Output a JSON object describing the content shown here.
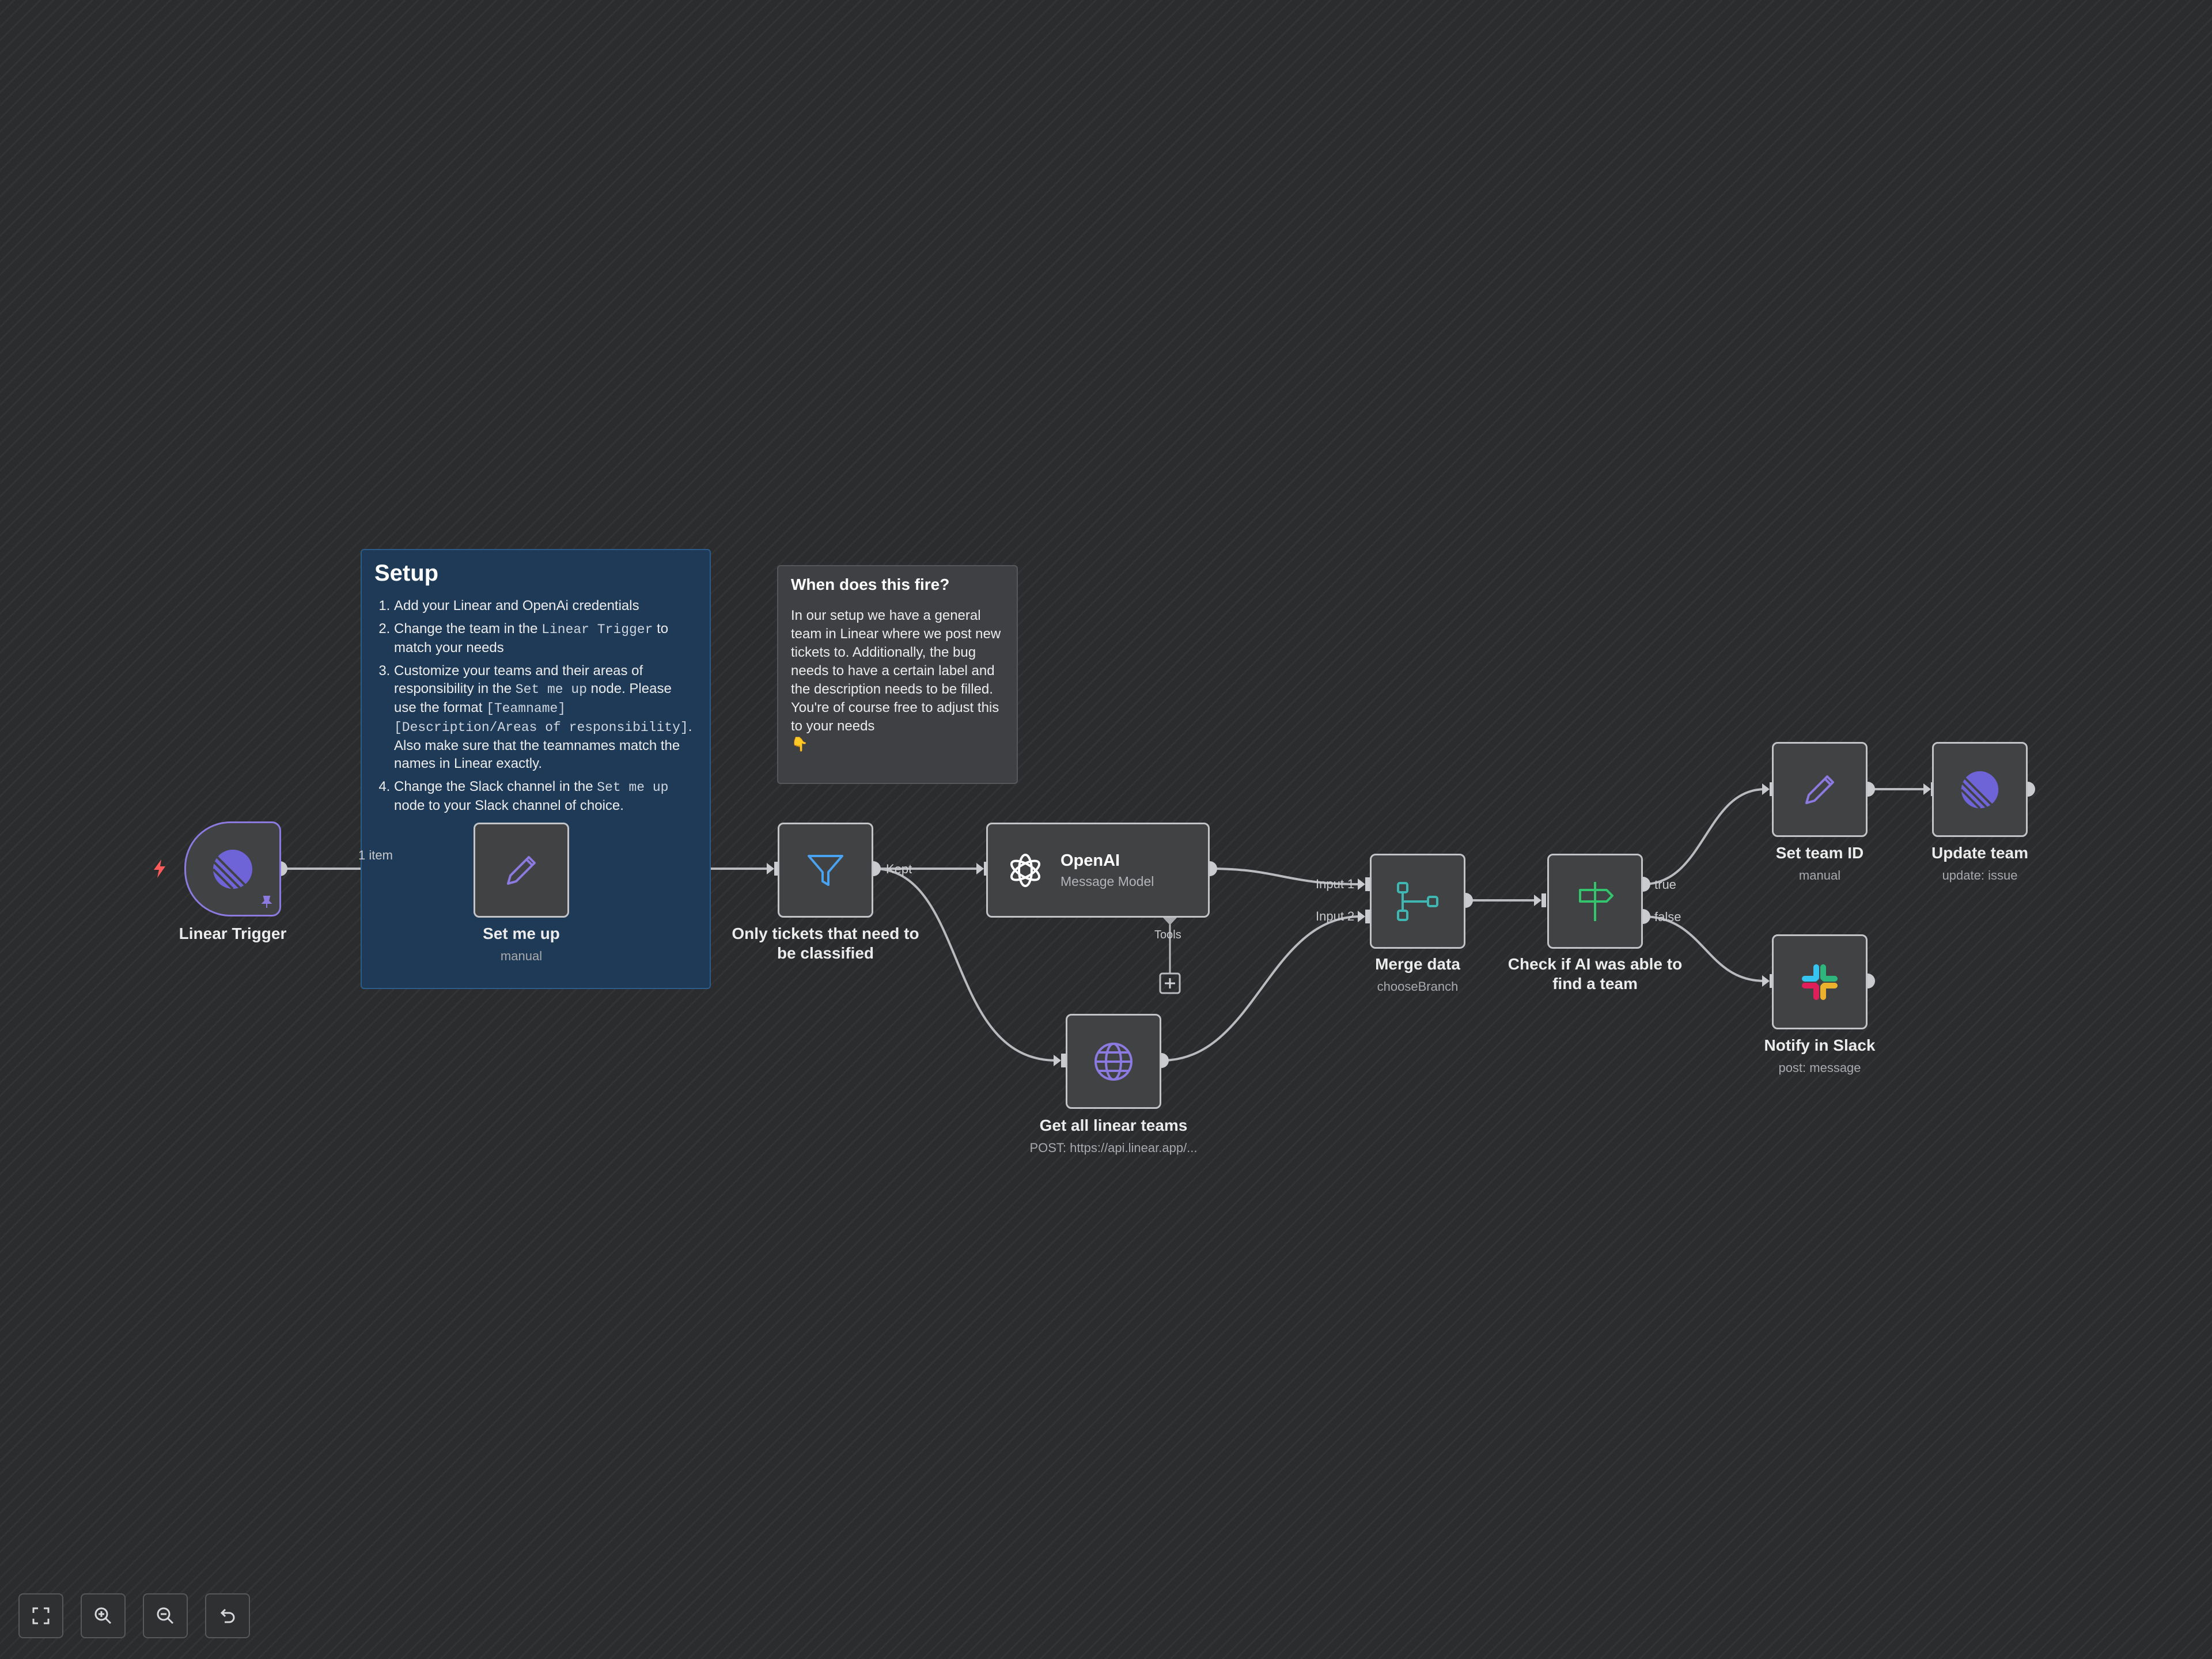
{
  "colors": {
    "canvas_bg": "#2b2c2e",
    "node_bg": "#414244",
    "node_border": "#c2c4c8",
    "trigger_border": "#8d7ae0",
    "sticky_setup_bg": "#1e3a56",
    "sticky_default_bg": "#3f4043",
    "linear_purple": "#6f63d8",
    "filter_blue": "#4aa3f0",
    "merge_teal": "#3fb8b4",
    "if_green": "#34c46e",
    "trigger_bolt": "#ff5b5b"
  },
  "sticky_notes": {
    "setup": {
      "title": "Setup",
      "items": [
        {
          "parts": [
            "Add your Linear and OpenAi credentials"
          ]
        },
        {
          "parts": [
            "Change the team in the ",
            "Linear Trigger",
            " to match your needs"
          ]
        },
        {
          "parts": [
            "Customize your teams and their areas of responsibility in the ",
            "Set me up",
            " node. Please use the format ",
            "[Teamname][Description/Areas of responsibility]",
            ". Also make sure that the teamnames match the names in Linear exactly."
          ]
        },
        {
          "parts": [
            "Change the Slack channel in the ",
            "Set me up",
            " node to your Slack channel of choice."
          ]
        }
      ]
    },
    "when_fire": {
      "title": "When does this fire?",
      "body": "In our setup we have a general team in Linear where we post new tickets to. Additionally, the bug needs to have a certain label and the description needs to be filled.",
      "body2": "You're of course free to adjust this to your needs",
      "emoji": "👇"
    }
  },
  "nodes": {
    "linear_trigger": {
      "label": "Linear Trigger",
      "icon": "linear-icon",
      "pinned_icon": "pin-icon",
      "trigger_icon": "lightning-bolt-icon"
    },
    "set_me_up": {
      "label": "Set me up",
      "subtitle": "manual",
      "icon": "pencil-icon"
    },
    "filter": {
      "label": "Only tickets that need to be classified",
      "icon": "funnel-filter-icon"
    },
    "openai": {
      "label": "OpenAI",
      "subtitle": "Message Model",
      "icon": "openai-icon"
    },
    "get_teams": {
      "label": "Get all linear teams",
      "subtitle": "POST: https://api.linear.app/...",
      "icon": "globe-icon"
    },
    "merge": {
      "label": "Merge data",
      "subtitle": "chooseBranch",
      "icon": "merge-branch-icon"
    },
    "check_ai": {
      "label": "Check if AI was able to find a team",
      "icon": "signpost-icon"
    },
    "set_team_id": {
      "label": "Set team ID",
      "subtitle": "manual",
      "icon": "pencil-icon"
    },
    "update_team": {
      "label": "Update team",
      "subtitle": "update: issue",
      "icon": "linear-icon"
    },
    "notify_slack": {
      "label": "Notify in Slack",
      "subtitle": "post: message",
      "icon": "slack-icon"
    }
  },
  "edge_labels": {
    "items_count": "1 item",
    "kept": "Kept",
    "tools": "Tools",
    "input1": "Input 1",
    "input2": "Input 2",
    "true": "true",
    "false": "false"
  },
  "toolbar": [
    {
      "name": "zoom-to-fit-button",
      "icon": "fullscreen-icon"
    },
    {
      "name": "zoom-in-button",
      "icon": "zoom-in-icon"
    },
    {
      "name": "zoom-out-button",
      "icon": "zoom-out-icon"
    },
    {
      "name": "undo-button",
      "icon": "undo-icon"
    }
  ]
}
